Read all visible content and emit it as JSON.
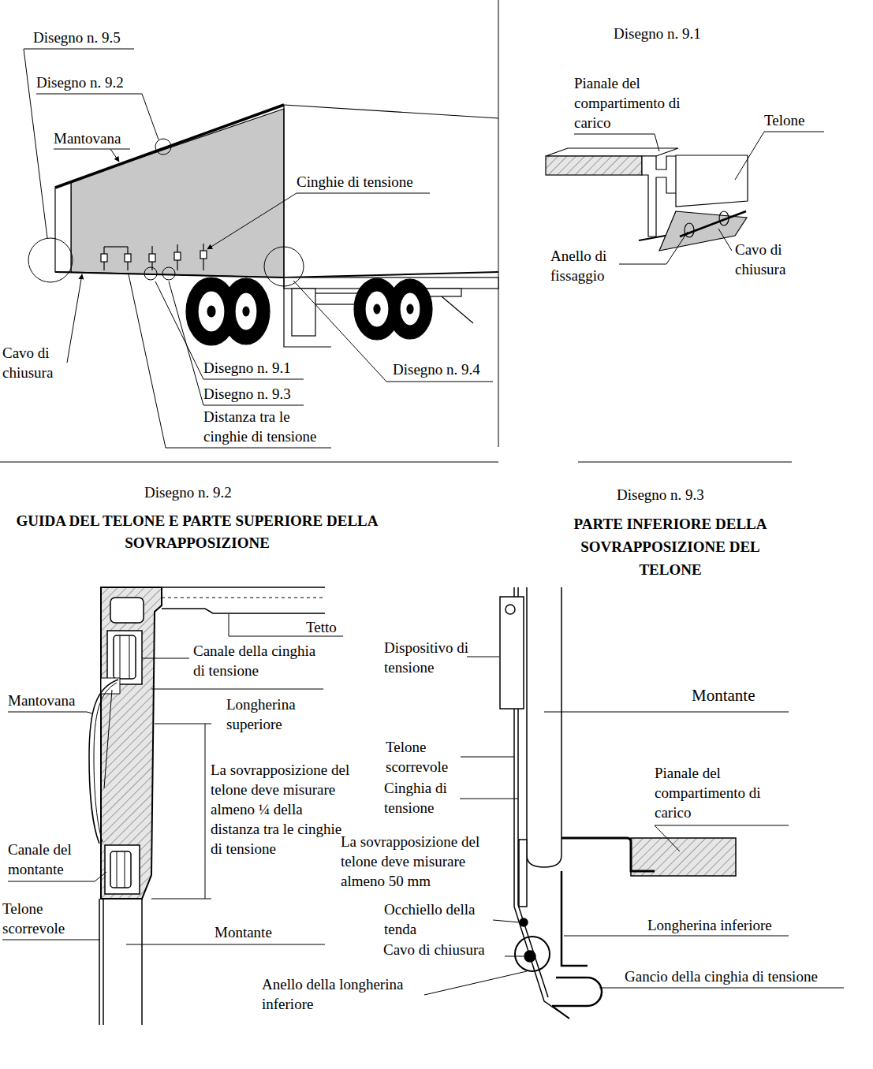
{
  "diagram": {
    "labels": [
      "Disegno n. 9.5",
      "Disegno n. 9.2",
      "Mantovana",
      "Cinghie di tensione",
      "Cavo di chiusura",
      "Disegno n. 9.1",
      "Disegno n. 9.3",
      "Distanza tra le cinghie di tensione",
      "Disegno n. 9.4",
      "Disegno n. 9.1",
      "Pianale del compartimento di carico",
      "Telone",
      "Anello di fissaggio",
      "Cavo di chiusura",
      "Disegno n. 9.2",
      "GUIDA DEL TELONE E PARTE SUPERIORE DELLA SOVRAPPOSIZIONE",
      "Tetto",
      "Canale della cinghia di tensione",
      "Mantovana",
      "Longherina superiore",
      "La sovrapposizione del telone deve misurare almeno ¼ della distanza tra le cinghie di tensione",
      "Canale del montante",
      "Telone scorrevole",
      "Montante",
      "Disegno n. 9.3",
      "PARTE INFERIORE DELLA SOVRAPPOSIZIONE DEL TELONE",
      "Dispositivo di tensione",
      "Montante",
      "Telone scorrevole",
      "Cinghia di tensione",
      "Pianale del compartimento di carico",
      "La sovrapposizione del telone deve misurare almeno 50 mm",
      "Occhiello della tenda",
      "Longherina inferiore",
      "Cavo di chiusura",
      "Gancio della cinghia di tensione",
      "Anello della longherina inferiore"
    ]
  }
}
